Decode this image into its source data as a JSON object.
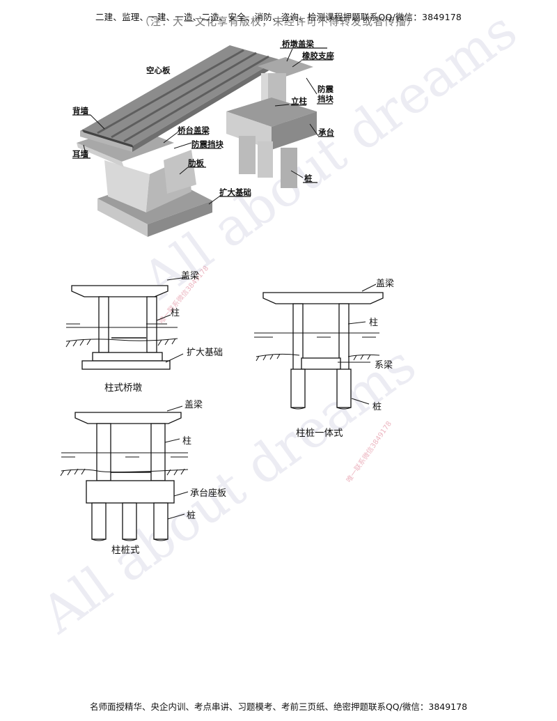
{
  "header": {
    "line": "二建、监理、一建、一造、二造、安全、消防、咨询、检测课程押题联系QQ/微信：3849178",
    "overlay": "（注：大一文化享有版权，未经许可不得转发或者传播）"
  },
  "figure_3d": {
    "labels": {
      "deck": "空心板",
      "pier_cap": "桥墩盖梁",
      "bearing": "橡胶支座",
      "seismic_block_right": "防震挡块",
      "column": "立柱",
      "pile_cap": "承台",
      "pile": "桩",
      "back_wall": "背墙",
      "ear_wall": "耳墙",
      "abutment_cap": "桥台盖梁",
      "seismic_block_left": "防震挡块",
      "rib_plate": "肋板",
      "spread_footing": "扩大基础"
    }
  },
  "figure_2d": {
    "column_pier": {
      "cap": "盖梁",
      "col": "柱",
      "footing": "扩大基础",
      "caption": "柱式桥墩"
    },
    "pile_column": {
      "cap": "盖梁",
      "col": "柱",
      "tie": "系梁",
      "pile": "桩",
      "caption": "柱桩一体式"
    },
    "column_pile": {
      "cap": "盖梁",
      "col": "柱",
      "pilecap": "承台座板",
      "pile": "桩",
      "caption": "柱桩式"
    }
  },
  "watermarks": {
    "big": "All about dreams",
    "small": "唯一联系微信3849178"
  },
  "footer": {
    "line": "名师面授精华、央企内训、考点串讲、习题模考、考前三页纸、绝密押题联系QQ/微信：3849178"
  }
}
